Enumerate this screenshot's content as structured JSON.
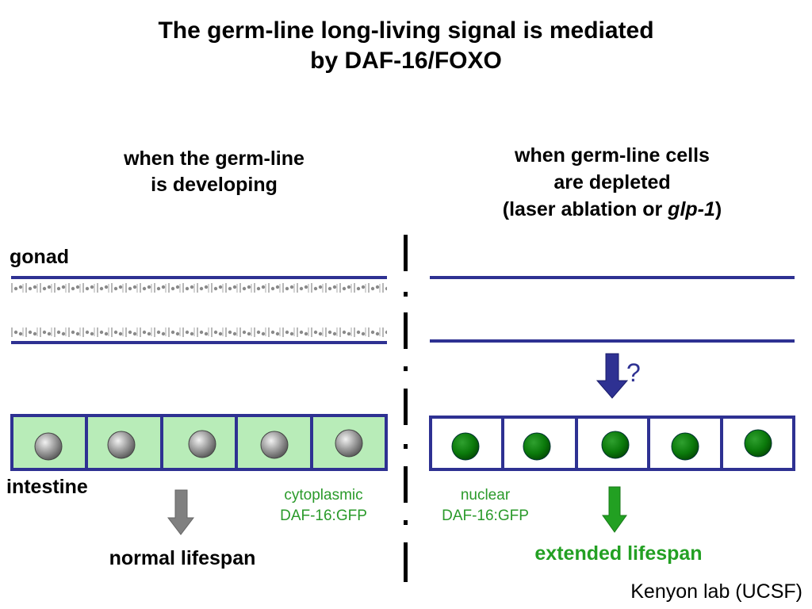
{
  "title": {
    "line1": "The germ-line long-living signal is mediated",
    "line2": "by DAF-16/FOXO"
  },
  "left_panel": {
    "heading_line1": "when the germ-line",
    "heading_line2": "is developing",
    "cytoplasmic_line1": "cytoplasmic",
    "cytoplasmic_line2": "DAF-16:GFP",
    "outcome": "normal lifespan"
  },
  "right_panel": {
    "heading_line1": "when germ-line cells",
    "heading_line2": "are depleted",
    "heading_line3_pre": "(laser ablation or ",
    "heading_line3_italic": "glp-1",
    "heading_line3_post": ")",
    "nuclear_line1": "nuclear",
    "nuclear_line2": "DAF-16:GFP",
    "question": "?",
    "outcome": "extended lifespan"
  },
  "labels": {
    "gonad": "gonad",
    "intestine": "intestine"
  },
  "credit": "Kenyon lab (UCSF)",
  "colors": {
    "gonad_line": "#2e3192",
    "intestine_fill_left": "#b8ecb8",
    "nucleus_gray": "#8c8c8c",
    "nucleus_green": "#0a7a0a",
    "arrow_gray": "#808080",
    "arrow_green": "#22a022",
    "arrow_blue": "#2e3192",
    "green_text": "#23a023"
  },
  "icons": {
    "down_arrow": "down-arrow-icon",
    "nucleus": "nucleus-icon"
  }
}
